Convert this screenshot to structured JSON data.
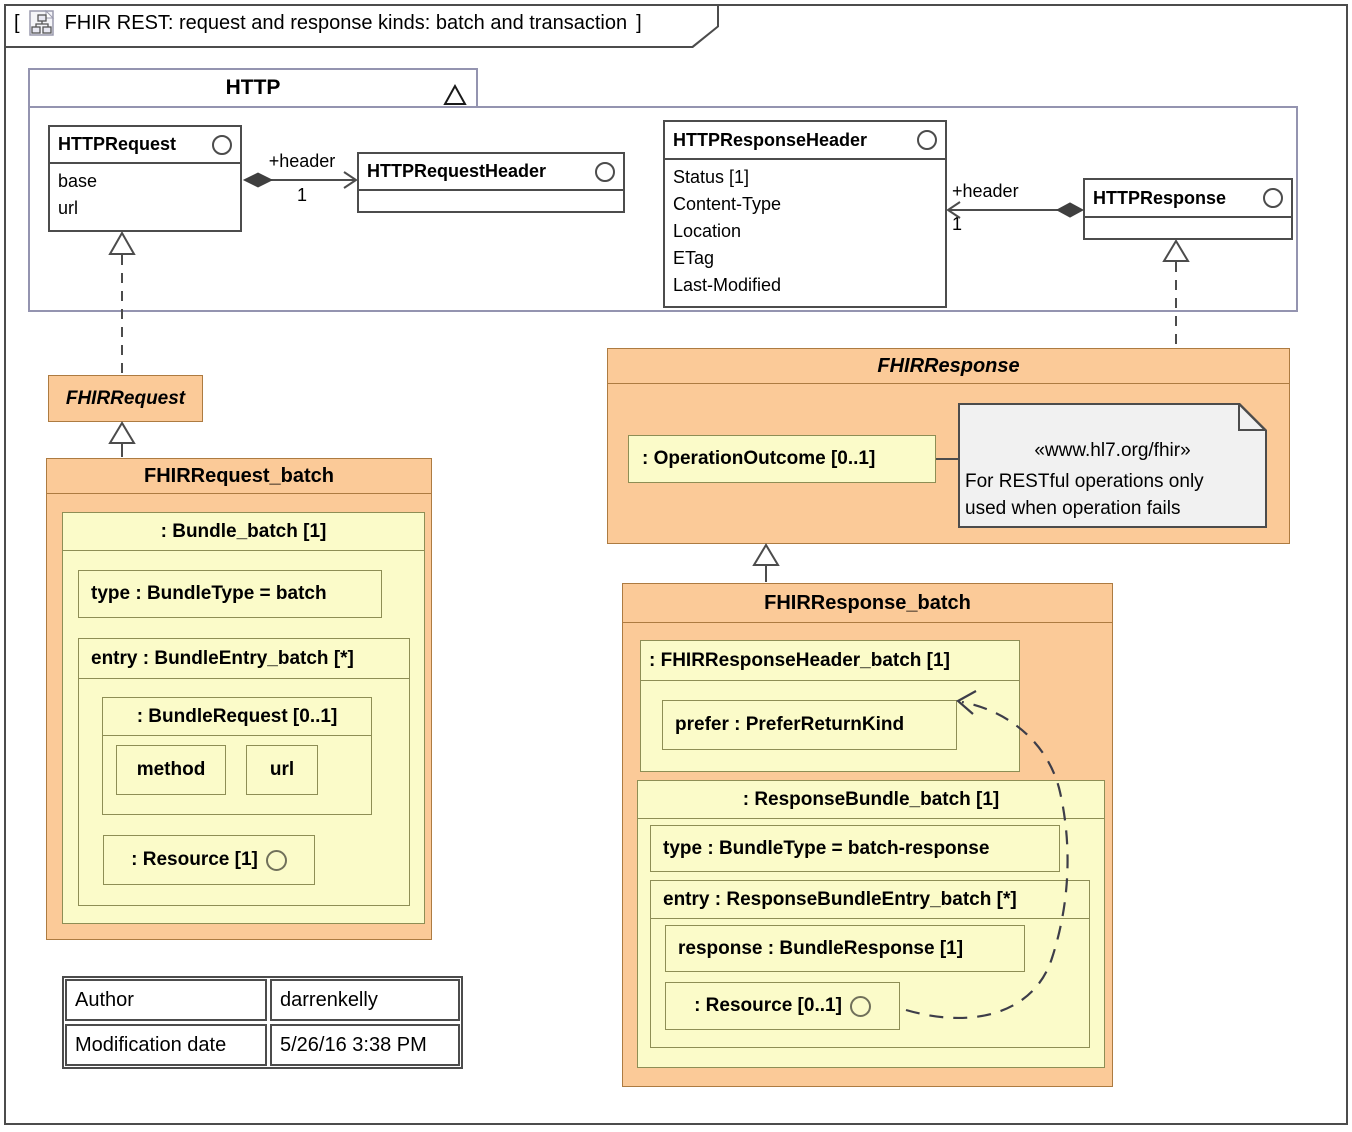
{
  "tab": {
    "open_bracket": "[",
    "close_bracket": "]",
    "title": "FHIR REST: request and response kinds: batch and transaction"
  },
  "icons": {
    "diagram_icon": "class-diagram-icon",
    "frame_collapse_icon": "triangle-up-outline",
    "interface_ball_icon": "circle-outline"
  },
  "http": {
    "frame_name": "HTTP",
    "request": {
      "name": "HTTPRequest",
      "attrs": [
        "base",
        "url"
      ]
    },
    "request_header": {
      "name": "HTTPRequestHeader"
    },
    "response_header": {
      "name": "HTTPResponseHeader",
      "attrs": [
        "Status [1]",
        "Content-Type",
        "Location",
        "ETag",
        "Last-Modified"
      ]
    },
    "response": {
      "name": "HTTPResponse"
    },
    "assoc_request": {
      "role": "+header",
      "mult": "1"
    },
    "assoc_response": {
      "role": "+header",
      "mult": "1"
    }
  },
  "fhir_request": {
    "name": "FHIRRequest"
  },
  "fhir_request_batch": {
    "name": "FHIRRequest_batch",
    "bundle": {
      "name": ": Bundle_batch [1]",
      "type": "type : BundleType = batch",
      "entry": {
        "name": "entry : BundleEntry_batch [*]",
        "bundle_request": {
          "name": ": BundleRequest [0..1]",
          "method": "method",
          "url": "url"
        },
        "resource": ": Resource [1]"
      }
    }
  },
  "fhir_response": {
    "name": "FHIRResponse",
    "operation_outcome": ": OperationOutcome [0..1]",
    "note": {
      "stereotype": "«www.hl7.org/fhir»",
      "line1": "For RESTful operations only",
      "line2": "used when operation fails"
    }
  },
  "fhir_response_batch": {
    "name": "FHIRResponse_batch",
    "header": {
      "name": ": FHIRResponseHeader_batch [1]",
      "prefer": "prefer : PreferReturnKind"
    },
    "bundle": {
      "name": ": ResponseBundle_batch [1]",
      "type": "type : BundleType = batch-response",
      "entry": {
        "name": "entry : ResponseBundleEntry_batch [*]",
        "response": "response : BundleResponse [1]",
        "resource": ": Resource [0..1]"
      }
    }
  },
  "meta": {
    "rows": [
      {
        "key": "Author",
        "value": "darrenkelly"
      },
      {
        "key": "Modification date",
        "value": "5/26/16 3:38 PM"
      }
    ]
  },
  "colors": {
    "orange_fill": "#fbca98",
    "orange_border": "#ad7b41",
    "yellow_fill": "#fbfbc9",
    "yellow_border": "#8e8e55",
    "frame_border": "#9494b0",
    "note_fill": "#f1f1f1",
    "line": "#4c4c4c"
  }
}
